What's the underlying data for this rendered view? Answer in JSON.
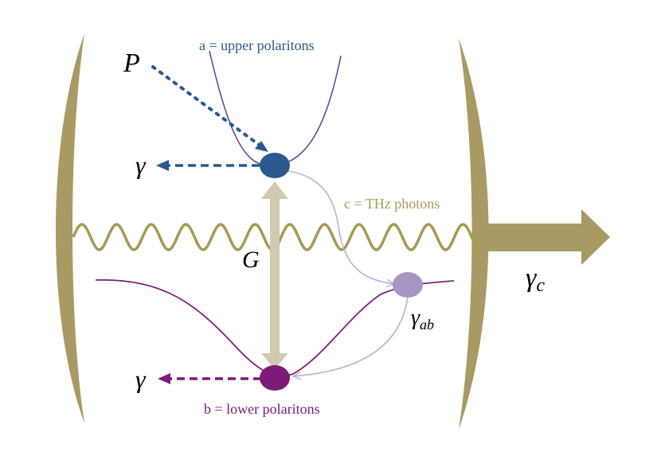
{
  "labels": {
    "upper": "a = upper polaritons",
    "lower": "b = lower polaritons",
    "photons": "c = THz photons",
    "pump": "P",
    "gamma_upper": "γ",
    "gamma_lower": "γ",
    "coupling": "G",
    "gamma_c_main": "γ",
    "gamma_c_sub": "c",
    "gamma_ab_main": "γ",
    "gamma_ab_sub": "ab"
  },
  "colors": {
    "mirror": "#a89a62",
    "wave": "#a89a55",
    "upper": "#2a5a8e",
    "upper_curve": "#5a4e9a",
    "lower": "#7e1a78",
    "lower_curve": "#80207a",
    "coupling_arrow": "#cfcab0",
    "relax_arrow": "#bdb0d8",
    "intermediate": "#a696c4",
    "text": "#000000"
  },
  "icons": {
    "left_mirror": "concave-mirror-icon",
    "right_mirror": "concave-mirror-icon",
    "output_arrow": "arrow-right-icon"
  }
}
